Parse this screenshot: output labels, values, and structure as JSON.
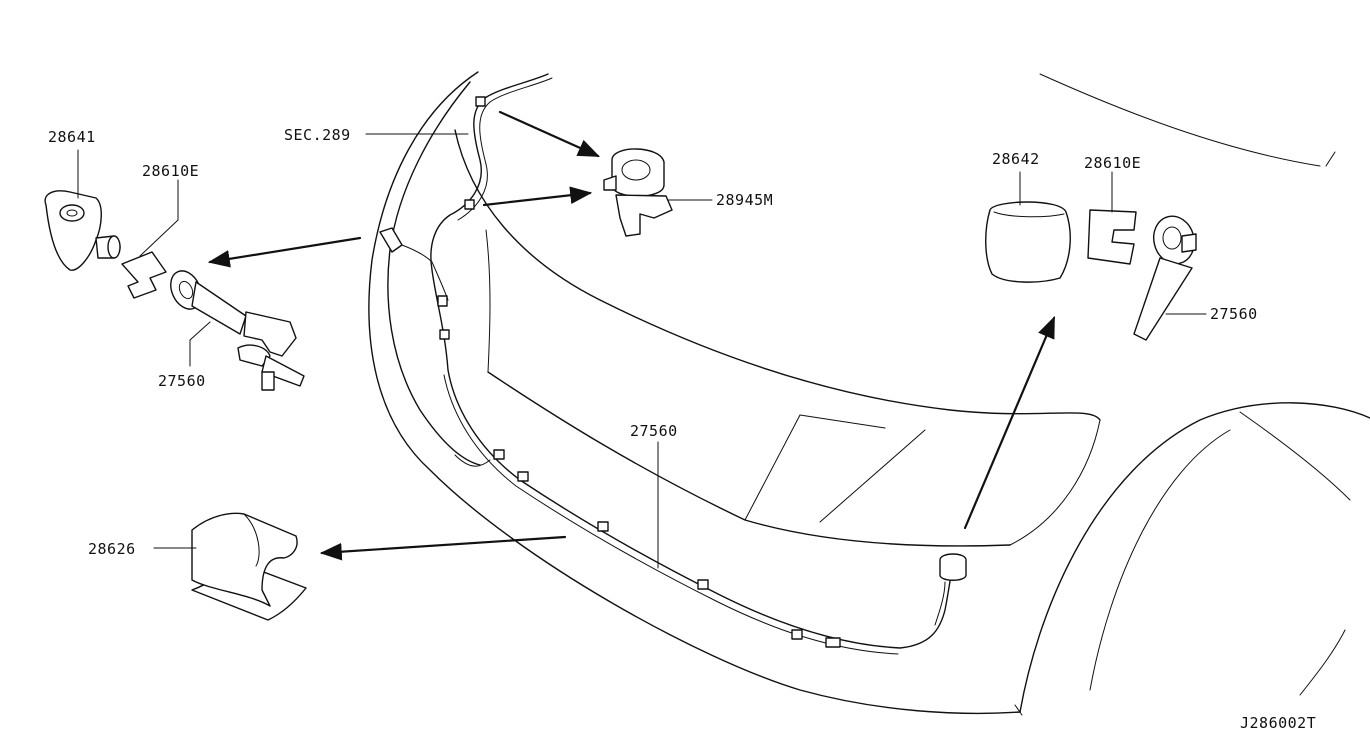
{
  "callouts": [
    {
      "id": "c-28641",
      "text": "28641"
    },
    {
      "id": "c-28610e-left",
      "text": "28610E"
    },
    {
      "id": "c-27560-left",
      "text": "27560"
    },
    {
      "id": "c-sec289",
      "text": "SEC.289"
    },
    {
      "id": "c-28945m",
      "text": "28945M"
    },
    {
      "id": "c-28642",
      "text": "28642"
    },
    {
      "id": "c-28610e-right",
      "text": "28610E"
    },
    {
      "id": "c-27560-right",
      "text": "27560"
    },
    {
      "id": "c-27560-center",
      "text": "27560"
    },
    {
      "id": "c-28626",
      "text": "28626"
    }
  ],
  "diagram_code": "J286002T"
}
